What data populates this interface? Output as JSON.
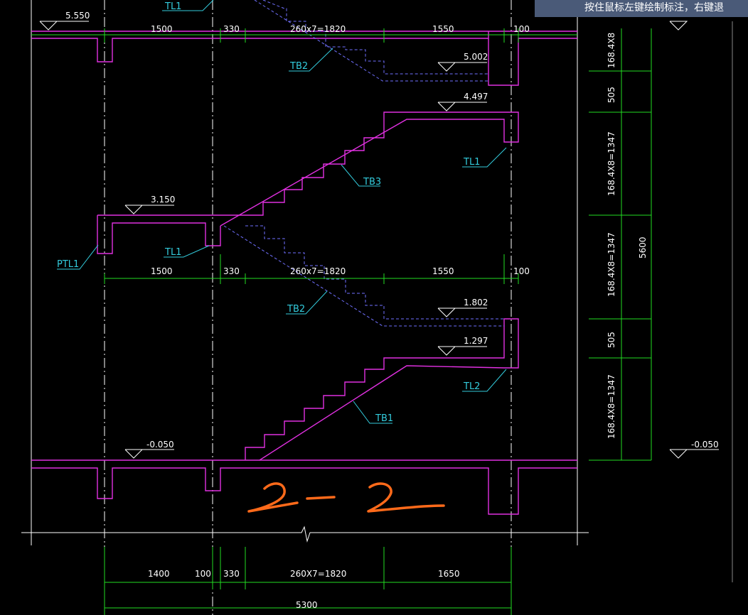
{
  "tooltip": {
    "text": "按住鼠标左键绘制标注，右键退"
  },
  "elevations": {
    "e1": "5.550",
    "e2": "5.002",
    "e3": "4.497",
    "e4": "3.150",
    "e5": "1.802",
    "e6": "1.297",
    "e7": "-0.050",
    "e8": "-0.050"
  },
  "labels": {
    "tl1_top": "TL1",
    "tb2_top": "TB2",
    "tl1_mid_right": "TL1",
    "tb3": "TB3",
    "ptl1": "PTL1",
    "tl1_mid_left": "TL1",
    "tb2_low": "TB2",
    "tl2": "TL2",
    "tb1": "TB1"
  },
  "dims_top": {
    "d1": "1500",
    "d2": "330",
    "d3": "260x7=1820",
    "d4": "1550",
    "d5": "100"
  },
  "dims_mid": {
    "d1": "1500",
    "d2": "330",
    "d3": "260x7=1820",
    "d4": "1550",
    "d5": "100"
  },
  "dims_bottom": {
    "d1": "1400",
    "d2": "100",
    "d3": "330",
    "d4": "260X7=1820",
    "d5": "1650",
    "total": "5300"
  },
  "dims_right": {
    "v1": "168.4X8",
    "v2": "505",
    "v3": "168.4X8=1347",
    "v4": "168.4X8=1347",
    "v5": "505",
    "v6": "168.4X8=1347",
    "total": "5600"
  },
  "annotation": {
    "text": "2-2"
  },
  "colors": {
    "magenta": "#e030e0",
    "green": "#22dd22",
    "cyan": "#33ccdd",
    "white": "#ffffff",
    "dash_blue": "#7070ff",
    "orange": "#ff6a1a"
  }
}
